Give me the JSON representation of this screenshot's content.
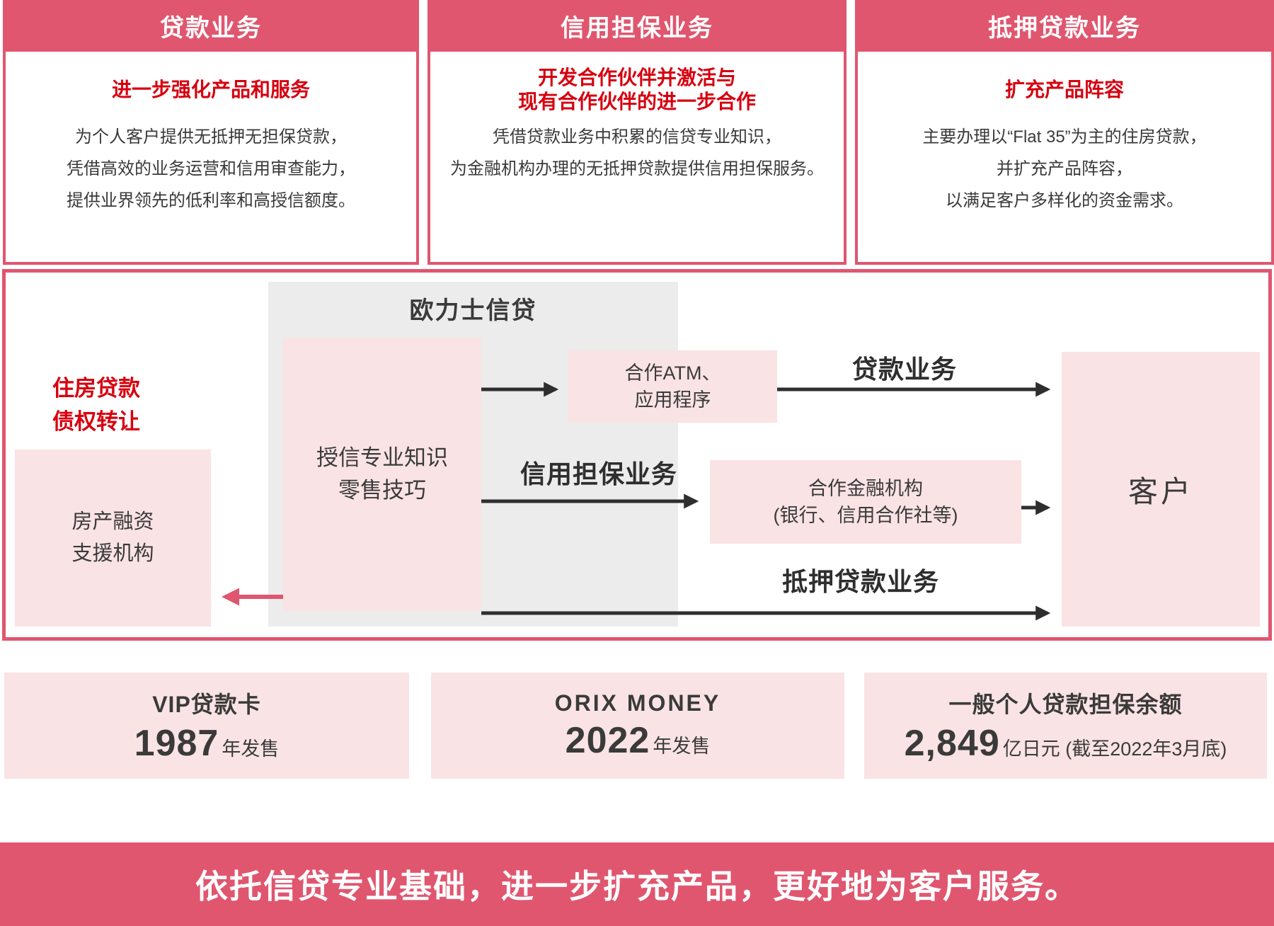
{
  "colors": {
    "crimson": "#e0566f",
    "accent_red": "#d7000f",
    "light_pink": "#fae3e4",
    "gray": "#ececec",
    "dark_text": "#3a3a3a",
    "arrow_black": "#2e2e2e",
    "white": "#ffffff"
  },
  "top_columns": [
    {
      "header": "贷款业务",
      "subtitle_lines": [
        "进一步强化产品和服务"
      ],
      "body_lines": [
        "为个人客户提供无抵押无担保贷款，",
        "凭借高效的业务运营和信用审查能力，",
        "提供业界领先的低利率和高授信额度。"
      ]
    },
    {
      "header": "信用担保业务",
      "subtitle_lines": [
        "开发合作伙伴并激活与",
        "现有合作伙伴的进一步合作"
      ],
      "body_lines": [
        "凭借贷款业务中积累的信贷专业知识，",
        "为金融机构办理的无抵押贷款提供信用担保服务。"
      ]
    },
    {
      "header": "抵押贷款业务",
      "subtitle_lines": [
        "扩充产品阵容"
      ],
      "body_lines": [
        "主要办理以“Flat 35”为主的住房贷款，",
        "并扩充产品阵容，",
        "以满足客户多样化的资金需求。"
      ]
    }
  ],
  "diagram": {
    "company_label": "欧力士信贷",
    "expertise_box_lines": [
      "授信专业知识",
      "零售技巧"
    ],
    "left_label_lines": [
      "住房贷款",
      "债权转让"
    ],
    "left_box_lines": [
      "房产融资",
      "支援机构"
    ],
    "atm_box_lines": [
      "合作ATM、",
      "应用程序"
    ],
    "fin_box_lines": [
      "合作金融机构",
      "(银行、信用合作社等)"
    ],
    "customer_box": "客户",
    "flow_labels": {
      "loan": "贷款业务",
      "guarantee": "信用担保业务",
      "mortgage": "抵押贷款业务"
    }
  },
  "bottom_stats": [
    {
      "title": "VIP贷款卡",
      "value": "1987",
      "suffix": "年发售"
    },
    {
      "title": "ORIX MONEY",
      "value": "2022",
      "suffix": "年发售"
    },
    {
      "title": "一般个人贷款担保余额",
      "value": "2,849",
      "suffix": "亿日元 (截至2022年3月底)"
    }
  ],
  "banner": {
    "text": "依托信贷专业基础，进一步扩充产品，更好地为客户服务。"
  }
}
